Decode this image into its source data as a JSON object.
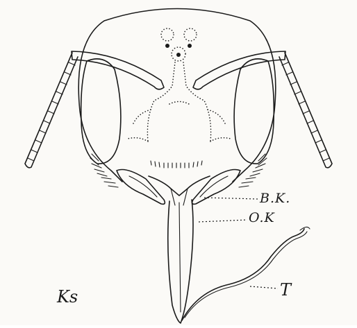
{
  "figure": {
    "labels": {
      "bk": "B.K.",
      "ok": "O.K",
      "t": "T",
      "ks": "Ks"
    }
  }
}
